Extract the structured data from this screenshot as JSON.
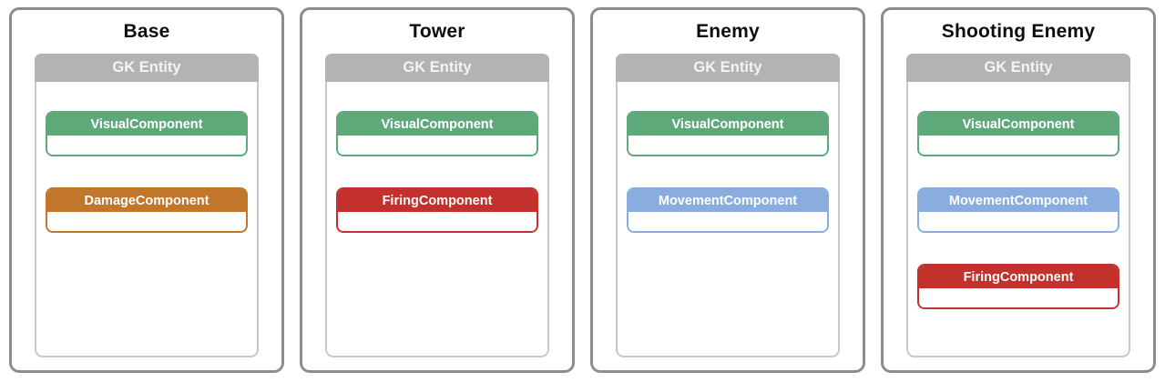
{
  "entity_label": "GK Entity",
  "colors": {
    "green": "#5fa87a",
    "orange": "#c1762b",
    "red": "#c2312c",
    "blue": "#89addf",
    "entity_gray": "#b3b3b3",
    "panel_border": "#8d8d8d"
  },
  "panels": [
    {
      "title": "Base",
      "entity_label": "GK Entity",
      "components": [
        {
          "label": "VisualComponent",
          "color": "#5fa87a"
        },
        {
          "label": "DamageComponent",
          "color": "#c1762b"
        }
      ]
    },
    {
      "title": "Tower",
      "entity_label": "GK Entity",
      "components": [
        {
          "label": "VisualComponent",
          "color": "#5fa87a"
        },
        {
          "label": "FiringComponent",
          "color": "#c2312c"
        }
      ]
    },
    {
      "title": "Enemy",
      "entity_label": "GK Entity",
      "components": [
        {
          "label": "VisualComponent",
          "color": "#5fa87a"
        },
        {
          "label": "MovementComponent",
          "color": "#89addf"
        }
      ]
    },
    {
      "title": "Shooting Enemy",
      "entity_label": "GK Entity",
      "components": [
        {
          "label": "VisualComponent",
          "color": "#5fa87a"
        },
        {
          "label": "MovementComponent",
          "color": "#89addf"
        },
        {
          "label": "FiringComponent",
          "color": "#c2312c"
        }
      ]
    }
  ]
}
